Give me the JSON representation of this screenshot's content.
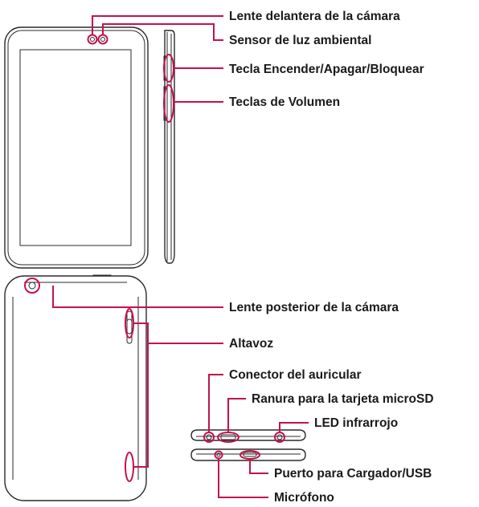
{
  "labels": {
    "front_camera": "Lente delantera de la cámara",
    "ambient_light_sensor": "Sensor de luz ambiental",
    "power_key": "Tecla Encender/Apagar/Bloquear",
    "volume_keys": "Teclas de Volumen",
    "rear_camera": "Lente posterior de la cámara",
    "speaker": "Altavoz",
    "headset_jack": "Conector del auricular",
    "microsd_slot": "Ranura para la tarjeta microSD",
    "ir_led": "LED infrarrojo",
    "charger_port": "Puerto para Cargador/USB",
    "microphone": "Micrófono"
  },
  "colors": {
    "highlight": "#c4124a",
    "outline": "#2a2a2a",
    "text": "#1a1a1a"
  }
}
